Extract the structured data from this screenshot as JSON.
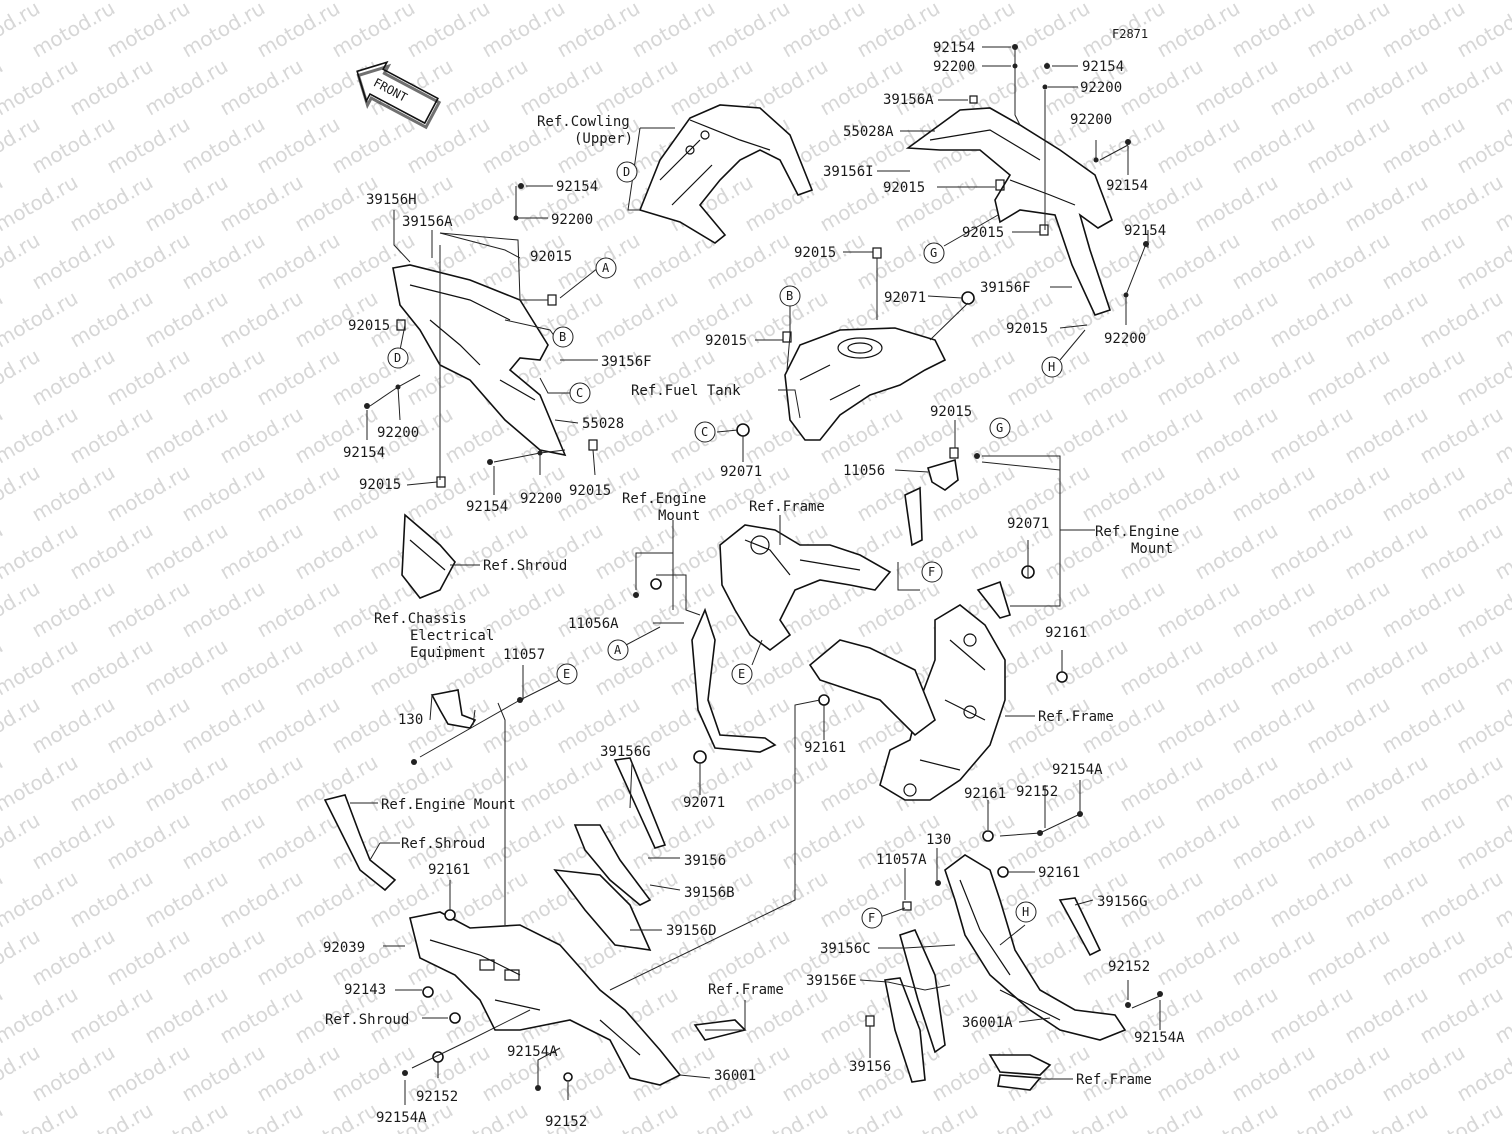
{
  "figure_code": "F2871",
  "front_label": "FRONT",
  "watermark": "motod.ru",
  "callouts": {
    "a": "A",
    "b": "B",
    "c": "C",
    "d": "D",
    "e": "E",
    "f": "F",
    "g": "G",
    "h": "H"
  },
  "refs": {
    "cowling_upper_1": "Ref.Cowling",
    "cowling_upper_2": "(Upper)",
    "fuel_tank": "Ref.Fuel Tank",
    "engine_mount_a_1": "Ref.Engine",
    "engine_mount_a_2": "Mount",
    "frame_top": "Ref.Frame",
    "engine_mount_b_1": "Ref.Engine",
    "engine_mount_b_2": "Mount",
    "shroud_1": "Ref.Shroud",
    "chassis_1": "Ref.Chassis",
    "chassis_2": "Electrical",
    "chassis_3": "Equipment",
    "frame_right": "Ref.Frame",
    "engine_mount_c": "Ref.Engine Mount",
    "shroud_2": "Ref.Shroud",
    "shroud_3": "Ref.Shroud",
    "frame_bottom_mid": "Ref.Frame",
    "frame_bottom_right": "Ref.Frame"
  },
  "parts": {
    "p92154": "92154",
    "p92200": "92200",
    "p92015": "92015",
    "p92071": "92071",
    "p92161": "92161",
    "p92152": "92152",
    "p92154a": "92154A",
    "p92039": "92039",
    "p92143": "92143",
    "p39156": "39156",
    "p39156a": "39156A",
    "p39156b": "39156B",
    "p39156c": "39156C",
    "p39156d": "39156D",
    "p39156e": "39156E",
    "p39156f": "39156F",
    "p39156g": "39156G",
    "p39156h": "39156H",
    "p39156i": "39156I",
    "p55028": "55028",
    "p55028a": "55028A",
    "p11056": "11056",
    "p11056a": "11056A",
    "p11057": "11057",
    "p11057a": "11057A",
    "p36001": "36001",
    "p36001a": "36001A",
    "p130": "130"
  }
}
